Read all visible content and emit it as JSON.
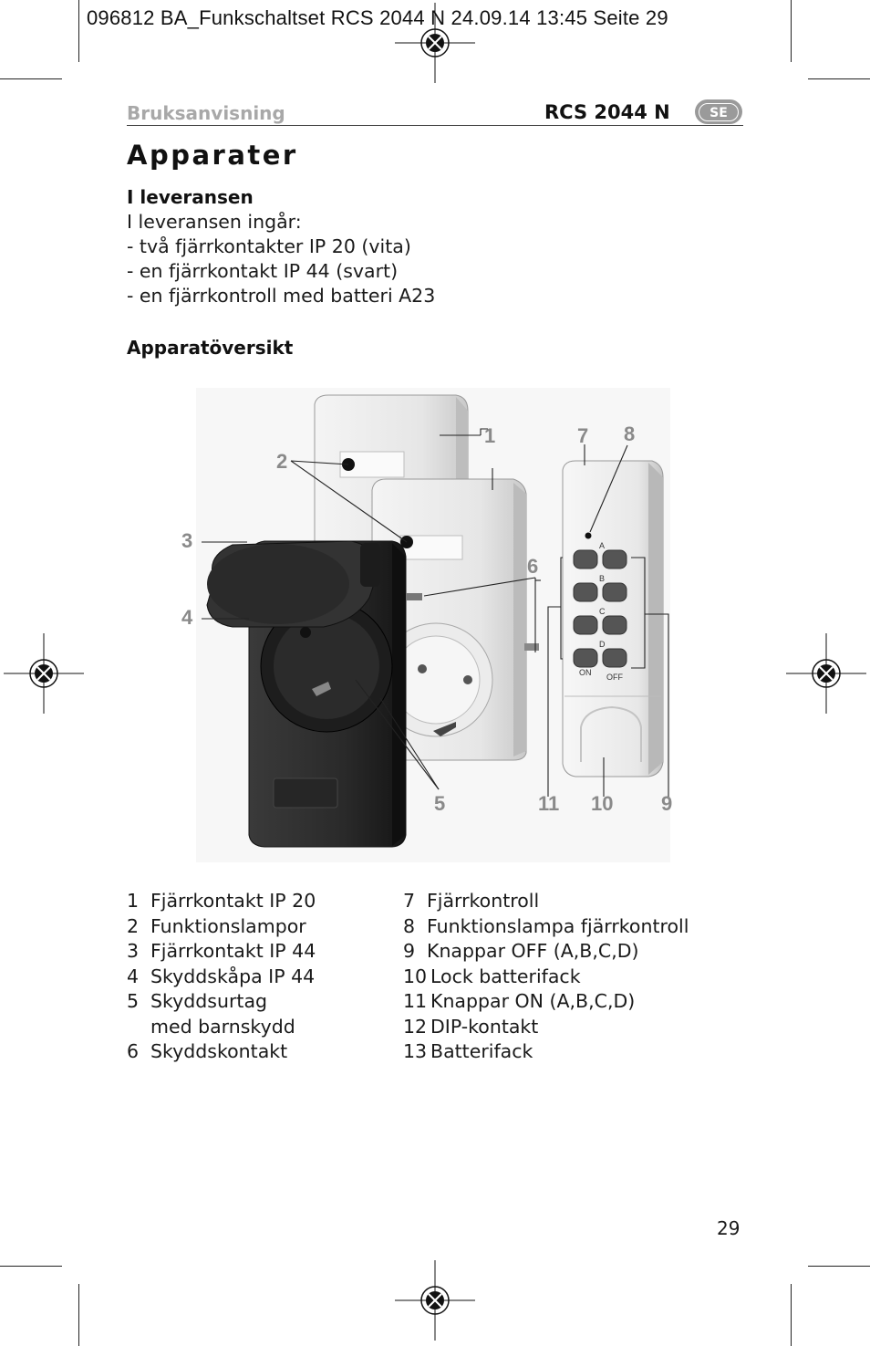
{
  "slug": "096812 BA_Funkschaltset RCS 2044 N  24.09.14  13:45  Seite 29",
  "header": {
    "section": "Bruksanvisning",
    "model": "RCS 2044 N",
    "lang_badge": "SE"
  },
  "title": "Apparater",
  "delivery": {
    "heading": "I leveransen",
    "intro": "I leveransen ingår:",
    "items": [
      "- två fjärrkontakter IP 20 (vita)",
      "- en fjärrkontakt IP 44 (svart)",
      "- en fjärrkontroll med batteri A23"
    ]
  },
  "overview": {
    "heading": "Apparatöversikt",
    "callouts": [
      "1",
      "2",
      "3",
      "4",
      "5",
      "6",
      "7",
      "8",
      "9",
      "10",
      "11"
    ],
    "remote_labels": {
      "a": "A",
      "b": "B",
      "c": "C",
      "d": "D",
      "on": "ON",
      "off": "OFF"
    }
  },
  "legend": {
    "left": [
      {
        "num": "1",
        "text": "Fjärrkontakt IP 20"
      },
      {
        "num": "2",
        "text": "Funktionslampor"
      },
      {
        "num": "3",
        "text": "Fjärrkontakt IP 44"
      },
      {
        "num": "4",
        "text": "Skyddskåpa IP 44"
      },
      {
        "num": "5",
        "text": "Skyddsurtag"
      },
      {
        "num": "",
        "text": "med barnskydd"
      },
      {
        "num": "6",
        "text": "Skyddskontakt"
      }
    ],
    "right": [
      {
        "num": "7",
        "text": "Fjärrkontroll"
      },
      {
        "num": "8",
        "text": "Funktionslampa fjärrkontroll"
      },
      {
        "num": "9",
        "text": "Knappar OFF (A,B,C,D)"
      },
      {
        "num": "10",
        "text": "Lock batterifack"
      },
      {
        "num": "11",
        "text": "Knappar ON (A,B,C,D)"
      },
      {
        "num": "12",
        "text": "DIP-kontakt"
      },
      {
        "num": "13",
        "text": "Batterifack"
      }
    ]
  },
  "page_number": "29"
}
